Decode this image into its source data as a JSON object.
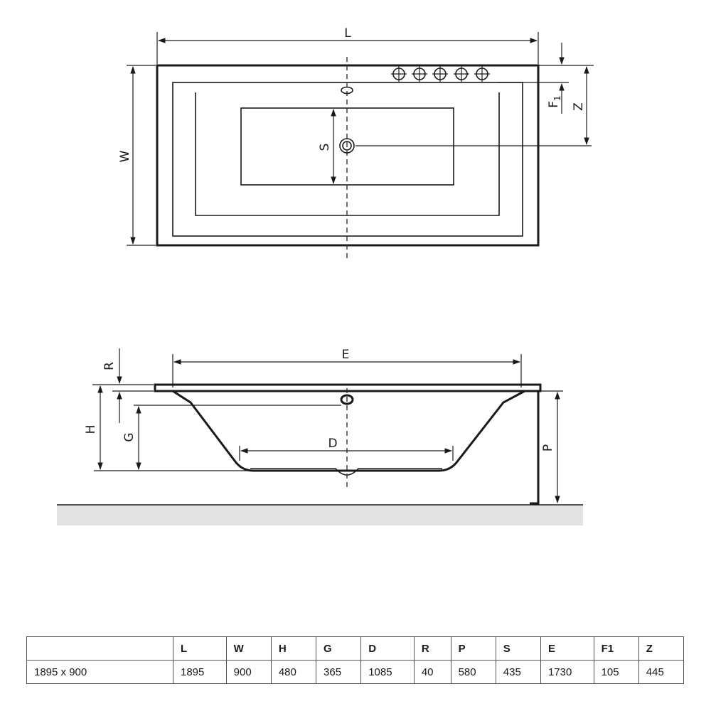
{
  "diagram": {
    "top_view": {
      "labels": {
        "L": "L",
        "W": "W",
        "S": "S",
        "F1": "F",
        "F1_sub": "1",
        "Z": "Z"
      },
      "tap_holes_count": 5
    },
    "side_view": {
      "labels": {
        "E": "E",
        "R": "R",
        "H": "H",
        "G": "G",
        "D": "D",
        "P": "P"
      }
    }
  },
  "table": {
    "headers": [
      "",
      "L",
      "W",
      "H",
      "G",
      "D",
      "R",
      "P",
      "S",
      "E",
      "F1",
      "Z"
    ],
    "rows": [
      [
        "1895 x 900",
        "1895",
        "900",
        "480",
        "365",
        "1085",
        "40",
        "580",
        "435",
        "1730",
        "105",
        "445"
      ]
    ]
  }
}
